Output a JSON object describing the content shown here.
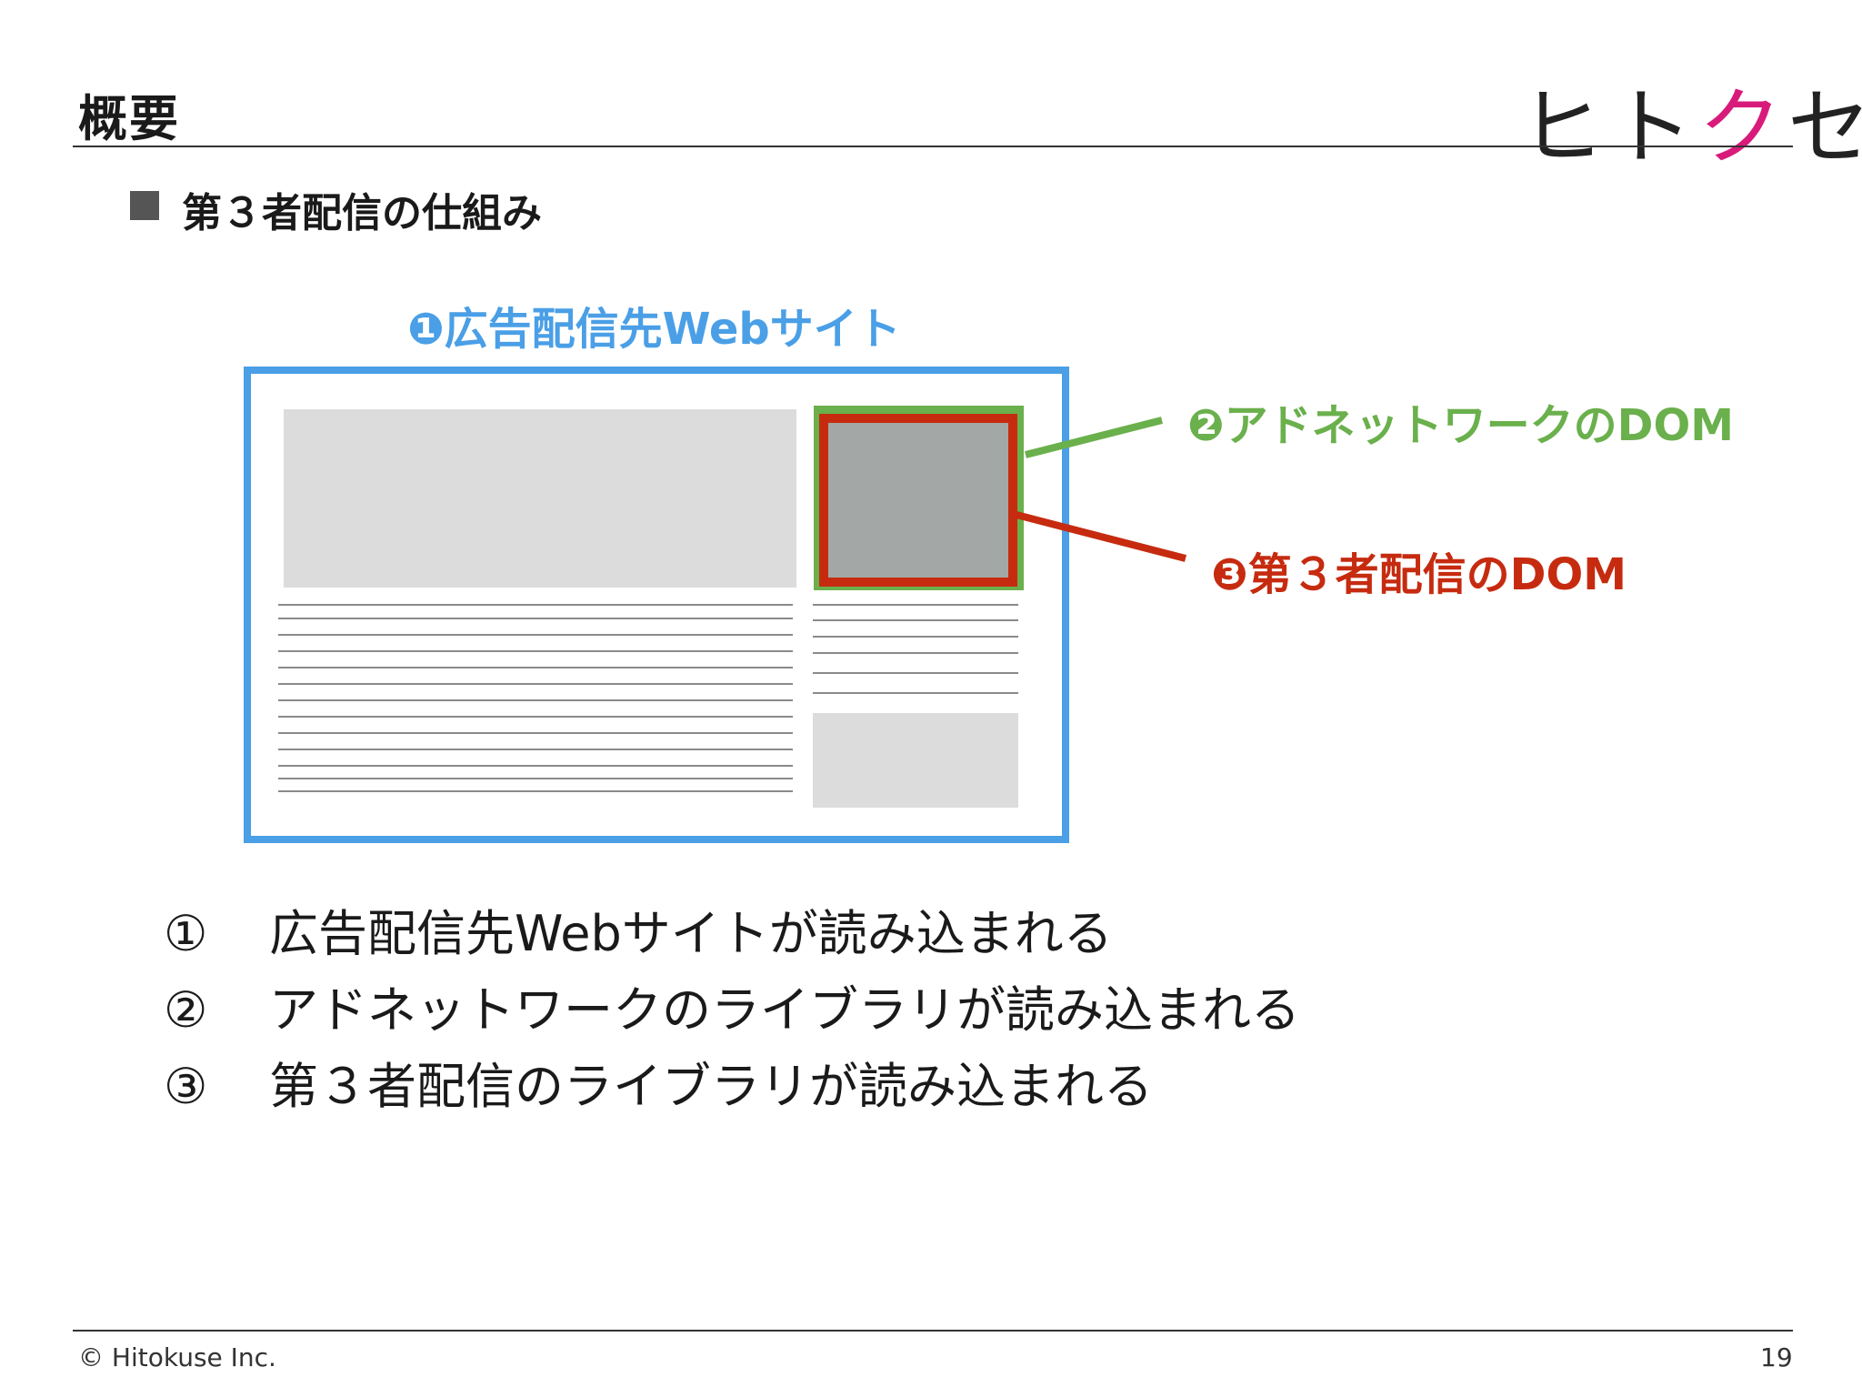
{
  "header": {
    "title": "概要",
    "logo": {
      "text_pre": "ヒト",
      "text_accent": "ク",
      "text_post": "セ",
      "accent_color": "#d81b7a"
    }
  },
  "section": {
    "title": "第３者配信の仕組み"
  },
  "diagram": {
    "label_site": "❶広告配信先Webサイト",
    "label_adnetwork": "❷アドネットワークのDOM",
    "label_thirdparty": "❸第３者配信のDOM",
    "colors": {
      "site": "#4a9fe6",
      "adnetwork": "#6ab04c",
      "thirdparty": "#c62b10"
    }
  },
  "steps": [
    {
      "num": "①",
      "text": "広告配信先Webサイトが読み込まれる"
    },
    {
      "num": "②",
      "text": "アドネットワークのライブラリが読み込まれる"
    },
    {
      "num": "③",
      "text": "第３者配信のライブラリが読み込まれる"
    }
  ],
  "footer": {
    "copyright": "© Hitokuse Inc.",
    "page_number": "19"
  }
}
